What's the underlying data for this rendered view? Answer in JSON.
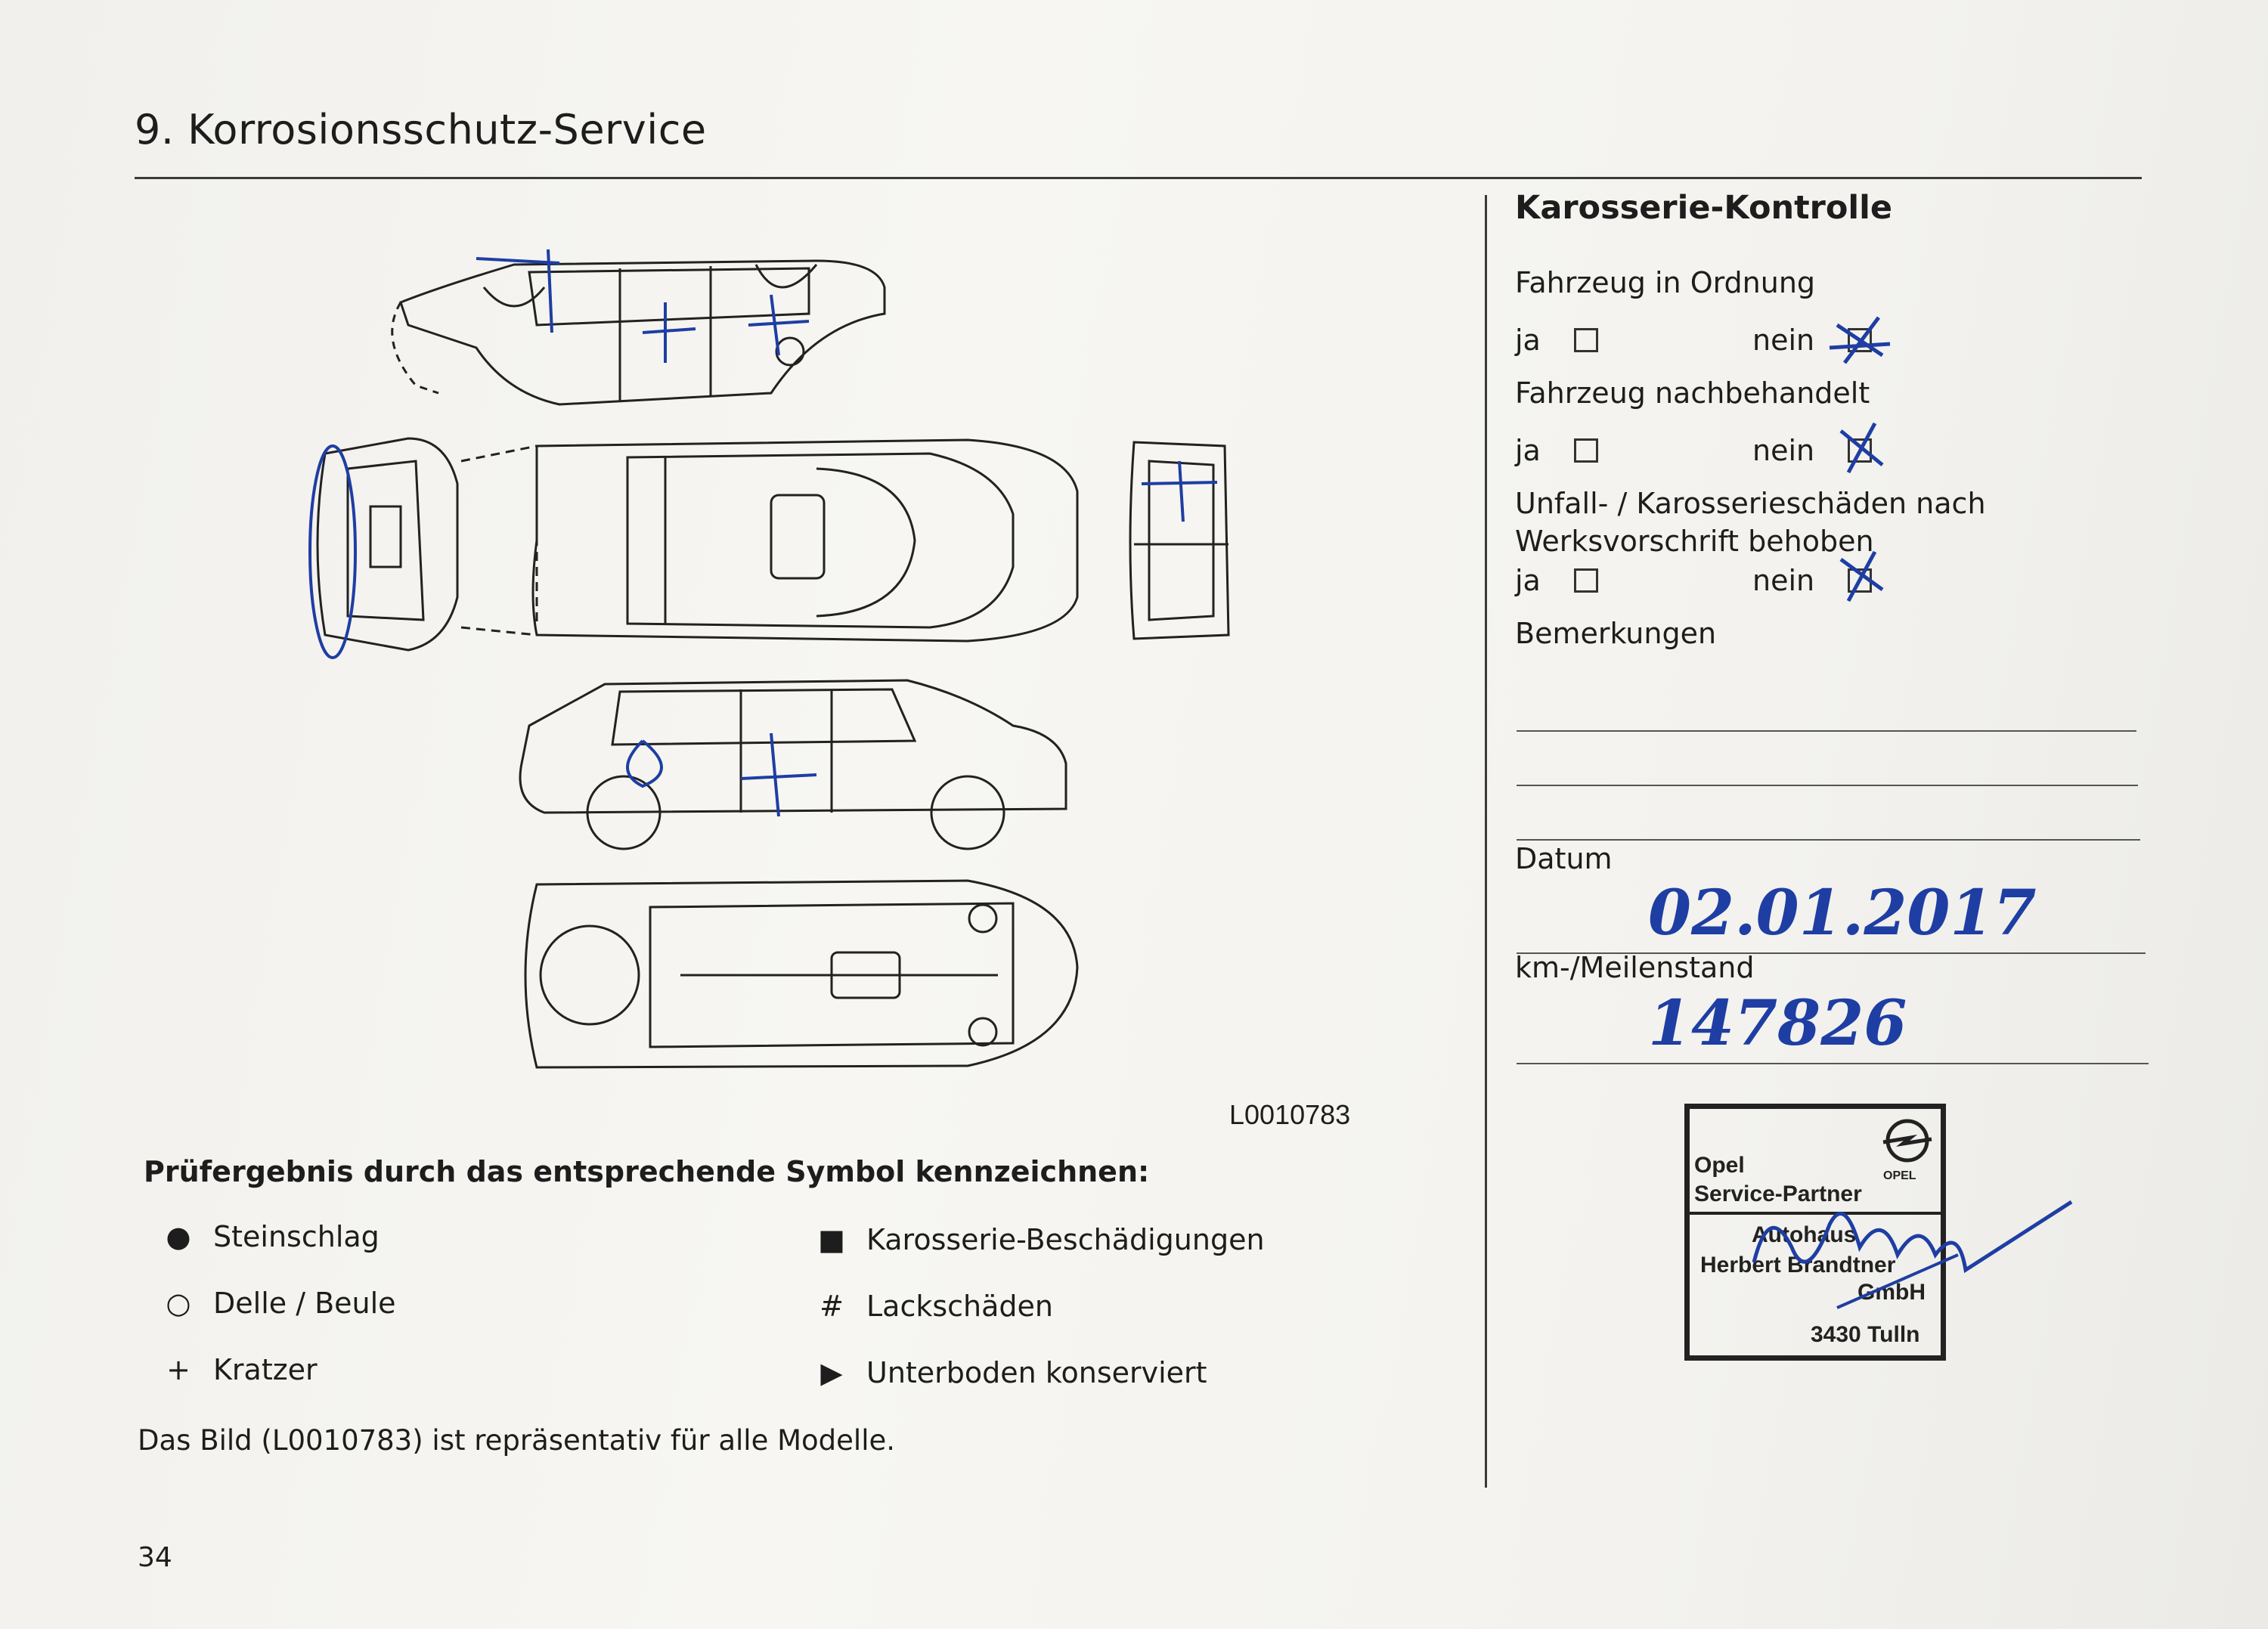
{
  "page": {
    "title": "9. Korrosionsschutz-Service",
    "diagram_code": "L0010783",
    "instruction": "Prüfergebnis durch das entsprechende Symbol kennzeichnen:",
    "legend": [
      {
        "symbol": "●",
        "label": "Steinschlag",
        "icon": "filled-circle-icon"
      },
      {
        "symbol": "○",
        "label": "Delle / Beule",
        "icon": "open-circle-icon"
      },
      {
        "symbol": "+",
        "label": "Kratzer",
        "icon": "plus-icon"
      },
      {
        "symbol": "■",
        "label": "Karosserie-Beschädigungen",
        "icon": "filled-square-icon"
      },
      {
        "symbol": "#",
        "label": "Lackschäden",
        "icon": "hash-icon"
      },
      {
        "symbol": "▶",
        "label": "Unterboden konserviert",
        "icon": "triangle-icon"
      }
    ],
    "note": "Das Bild (L0010783) ist repräsentativ für alle Modelle.",
    "page_number": "34"
  },
  "karosserie": {
    "heading": "Karosserie-Kontrolle",
    "questions": [
      {
        "label": "Fahrzeug in Ordnung",
        "ja": "ja",
        "nein": "nein",
        "marked": "nein"
      },
      {
        "label": "Fahrzeug nachbehandelt",
        "ja": "ja",
        "nein": "nein",
        "marked": "nein"
      },
      {
        "label": "Unfall- / Karosserieschäden nach",
        "label2": "Werksvorschrift behoben",
        "ja": "ja",
        "nein": "nein",
        "marked": "nein"
      }
    ],
    "remarks_label": "Bemerkungen",
    "date_label": "Datum",
    "date_value": "02.01.2017",
    "km_label": "km-/Meilenstand",
    "km_value": "147826"
  },
  "stamp": {
    "line1": "Opel",
    "line2": "Service-Partner",
    "line3": "Autohaus",
    "line4": "Herbert Brandtner",
    "line5": "GmbH",
    "line6": "3430 Tulln",
    "brand": "OPEL"
  },
  "colors": {
    "ink": "#1e3ea3",
    "print": "#1d1d1d"
  }
}
